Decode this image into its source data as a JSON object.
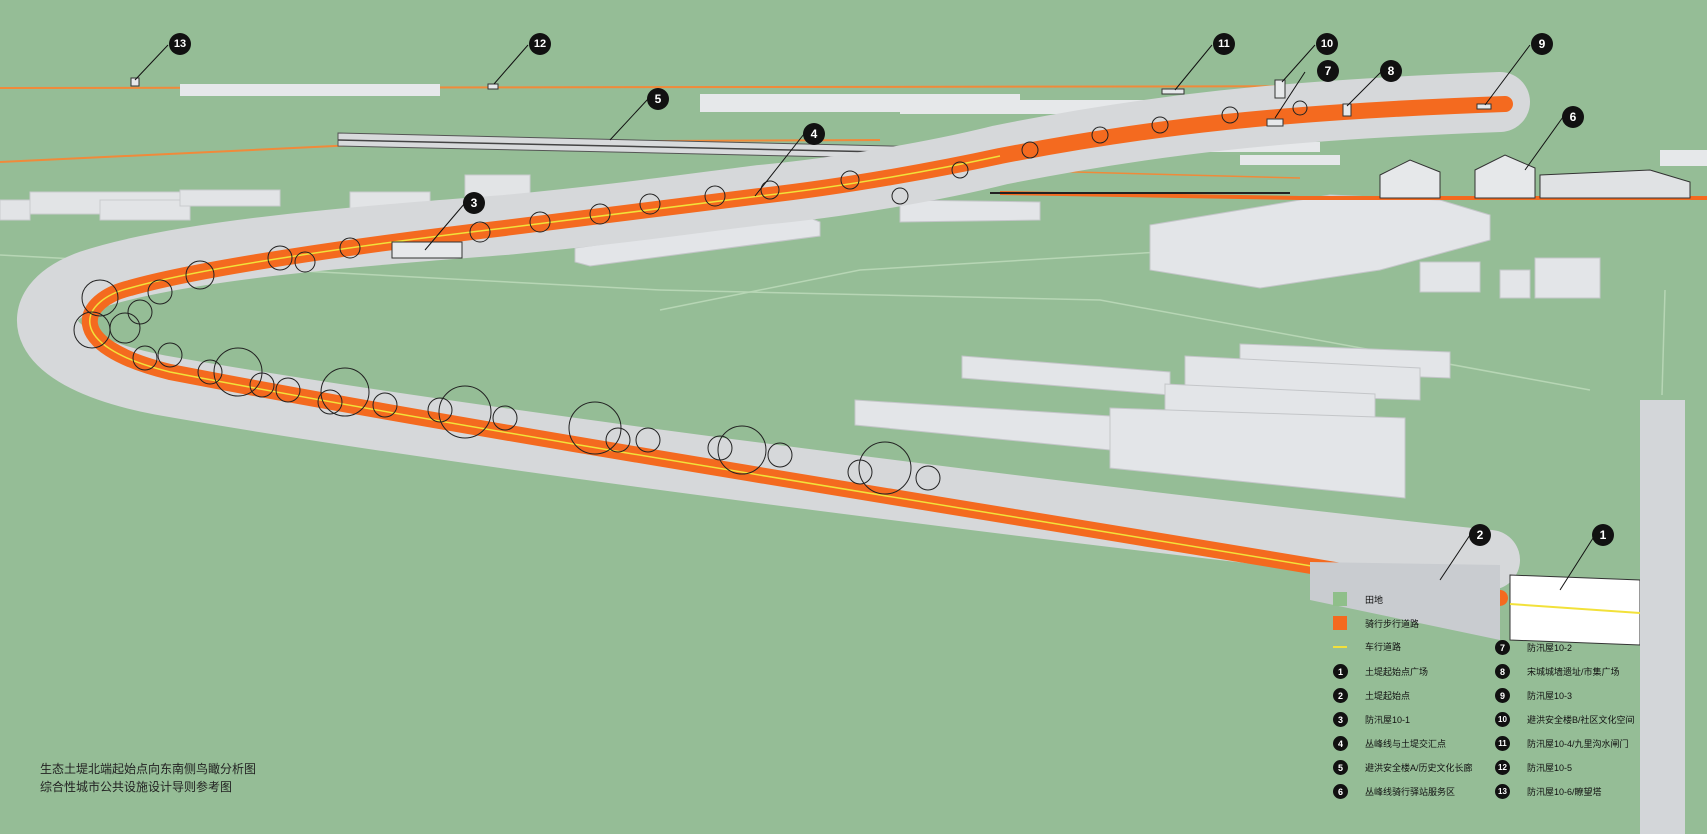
{
  "caption": {
    "line1": "生态土堤北端起始点向东南侧鸟瞰分析图",
    "line2": "综合性城市公共设施设计导则参考图"
  },
  "legend": {
    "swatches": [
      {
        "label": "田地",
        "color": "#8fbf8a"
      },
      {
        "label": "骑行步行道路",
        "color": "#f46a1f"
      },
      {
        "label": "车行道路",
        "color": "#f2e13a"
      }
    ],
    "items_left": [
      {
        "num": "1",
        "label": "土堤起始点广场"
      },
      {
        "num": "2",
        "label": "土堤起始点"
      },
      {
        "num": "3",
        "label": "防汛屋10-1"
      },
      {
        "num": "4",
        "label": "丛峰线与土堤交汇点"
      },
      {
        "num": "5",
        "label": "避洪安全楼A/历史文化长廊"
      },
      {
        "num": "6",
        "label": "丛峰线骑行驿站服务区"
      }
    ],
    "items_right": [
      {
        "num": "7",
        "label": "防汛屋10-2"
      },
      {
        "num": "8",
        "label": "宋城城墙遗址/市集广场"
      },
      {
        "num": "9",
        "label": "防汛屋10-3"
      },
      {
        "num": "10",
        "label": "避洪安全楼B/社区文化空间"
      },
      {
        "num": "11",
        "label": "防汛屋10-4/九里沟水闸门"
      },
      {
        "num": "12",
        "label": "防汛屋10-5"
      },
      {
        "num": "13",
        "label": "防汛屋10-6/瞭望塔"
      }
    ]
  },
  "markers": [
    "1",
    "2",
    "3",
    "4",
    "5",
    "6",
    "7",
    "8",
    "9",
    "10",
    "11",
    "12",
    "13"
  ],
  "colors": {
    "field": "#95bd96",
    "bike_path": "#f46a1f",
    "road_line": "#f2e13a",
    "embankment": "#d2d5d8",
    "building": "#e3e5e8"
  }
}
